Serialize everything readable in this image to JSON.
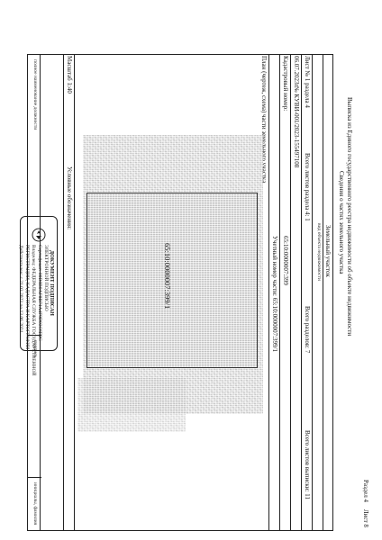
{
  "header": {
    "page_label": "Раздел 4",
    "sheet_label": "Лист 8",
    "title": "Выписка из Единого государственного реестра недвижимости об объекте недвижимости",
    "subtitle": "Сведения о частях земельного участка",
    "object_kind": "Земельный участок",
    "object_kind_caption": "вид объекта недвижимости"
  },
  "meta": {
    "date": "06.07.2023г.",
    "number": "№ КУВИ-001/2023-155497108",
    "sheet_of_section": "Лист № 1 раздела 4",
    "sheets_in_section": "Всего листов раздела 4: 1",
    "sections_total": "Всего разделов: 7",
    "sheets_total": "Всего листов выписки: 11",
    "cadastral_label": "Кадастровый номер:",
    "cadastral_value": "65:10:0000007:399",
    "part_label": "Учетный номер части: 65:10:0000007:399/1",
    "plan_caption": "План (чертеж, схема) части земельного участка"
  },
  "plot": {
    "label": "65:10:0000007:399/1"
  },
  "footer": {
    "scale": "Масштаб 1:40",
    "legend": "Условные обозначения:",
    "signatory": "полное наименование должности",
    "signature_caption": "подпись",
    "initials_caption": "инициалы, фамилия"
  },
  "stamp": {
    "title": "ДОКУМЕНТ ПОДПИСАН",
    "line1": "ЭЛЕКТРОННОЙ ПОДПИСЬЮ",
    "line2": "Сертификат: 00D8B0AF8B71A4F9D03C6E2C",
    "line3": "Владелец: ФЕДЕРАЛЬНАЯ СЛУЖБА ГОСУДАРСТВЕННОЙ",
    "line4": "РЕГИСТРАЦИИ, КАДАСТРА И КАРТОГРАФИИ",
    "line5": "Действителен: с 21.03.2023 по 13.06.2024"
  }
}
